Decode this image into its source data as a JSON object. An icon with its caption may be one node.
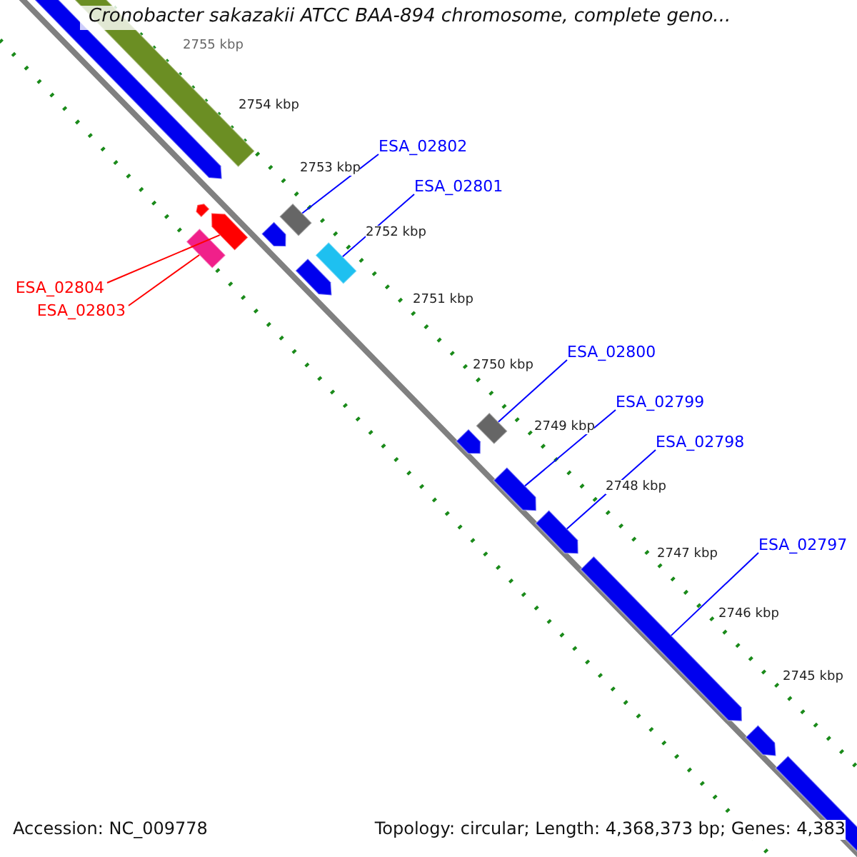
{
  "diagram": {
    "title": "Cronobacter sakazakii ATCC BAA-894 chromosome, complete geno...",
    "nodes": [
      {
        "text": [
          "ESA_02802"
        ]
      },
      {
        "text": [
          "ESA_02801"
        ]
      },
      {
        "text": [
          "ESA_02804"
        ]
      },
      {
        "text": [
          "ESA_02803"
        ]
      },
      {
        "text": [
          "ESA_02800"
        ]
      },
      {
        "text": [
          "ESA_02799"
        ]
      },
      {
        "text": [
          "ESA_02798"
        ]
      },
      {
        "text": [
          "ESA_02797"
        ]
      },
      {
        "text": [],
        "shape": "box"
      },
      {
        "text": [],
        "shape": "box"
      },
      {
        "text": [],
        "shape": "arrow"
      },
      {
        "text": [],
        "shape": "box"
      },
      {
        "text": [],
        "shape": "box"
      },
      {
        "text": [],
        "shape": "arrow"
      },
      {
        "text": [],
        "shape": "arrow"
      },
      {
        "text": [],
        "shape": "arrow"
      }
    ],
    "edges": [
      {
        "from": 0,
        "to": 8,
        "arrow": "none"
      },
      {
        "from": 1,
        "to": 9,
        "arrow": "none"
      },
      {
        "from": 2,
        "to": 10,
        "arrow": "none",
        "color": "#ff0000"
      },
      {
        "from": 3,
        "to": 11,
        "arrow": "none",
        "color": "#ff0000"
      },
      {
        "from": 4,
        "to": 12,
        "arrow": "none"
      },
      {
        "from": 5,
        "to": 13,
        "arrow": "none"
      },
      {
        "from": 6,
        "to": 14,
        "arrow": "none"
      },
      {
        "from": 7,
        "to": 15,
        "arrow": "none"
      }
    ],
    "labels": [
      "2755 kbp",
      "2754 kbp",
      "2753 kbp",
      "2752 kbp",
      "2751 kbp",
      "2750 kbp",
      "2749 kbp",
      "2748 kbp",
      "2747 kbp",
      "2746 kbp",
      "2745 kbp",
      "Accession: NC_009778",
      "Topology: circular; Length: 4,368,373 bp; Genes: 4,383"
    ]
  }
}
